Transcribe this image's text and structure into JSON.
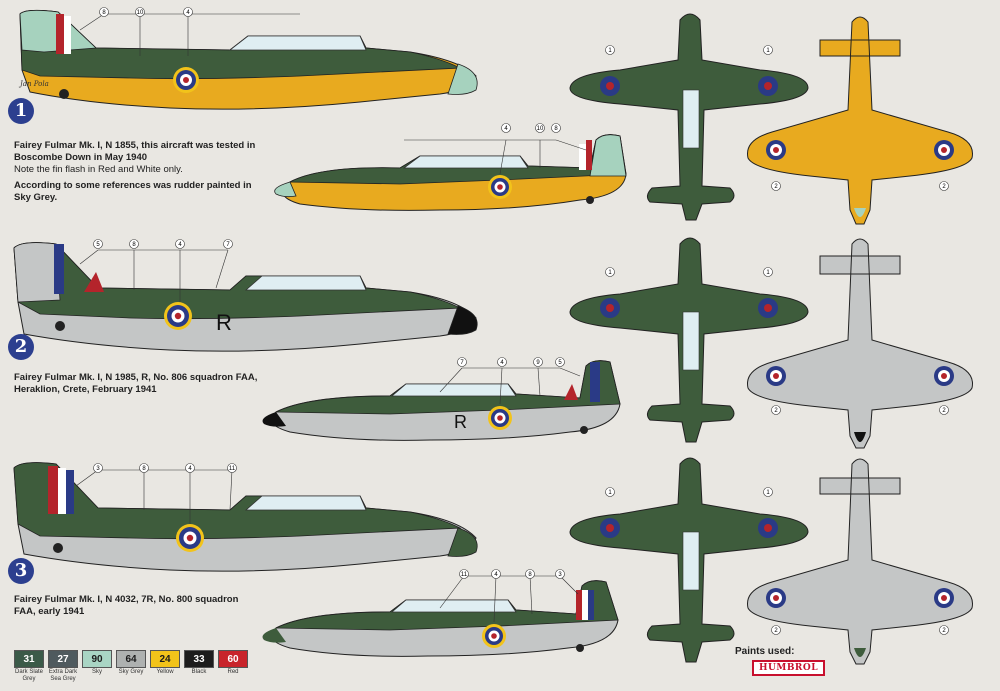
{
  "schemes": [
    {
      "number": "1",
      "title": "Fairey Fulmar Mk. I, N 1855, this aircraft was tested in Boscombe Down in May 1940",
      "note": "Note the fin flash in Red and White only.",
      "extra": "According to some references was rudder painted in Sky Grey.",
      "upper_callouts": [
        "8",
        "10",
        "4"
      ],
      "lower_callouts": [
        "4",
        "10",
        "8"
      ]
    },
    {
      "number": "2",
      "title": "Fairey Fulmar Mk. I, N 1985, R, No. 806 squadron FAA, Heraklion, Crete, February 1941",
      "upper_callouts": [
        "5",
        "8",
        "4",
        "7"
      ],
      "lower_callouts": [
        "7",
        "4",
        "9",
        "5"
      ],
      "code_letter": "R"
    },
    {
      "number": "3",
      "title": "Fairey Fulmar Mk. I, N 4032, 7R, No. 800 squadron FAA, early 1941",
      "upper_callouts": [
        "3",
        "8",
        "4",
        "11"
      ],
      "lower_callouts": [
        "11",
        "4",
        "8",
        "3"
      ]
    }
  ],
  "plan_callouts": {
    "top": "1",
    "bottom": "2"
  },
  "artist_signature": "Jan Pola",
  "paints_label": "Paints used:",
  "brand": "HUMBROL",
  "paints": [
    {
      "code": "31",
      "name": "Dark Slate Grey",
      "color": "#3b5a48",
      "text": "#ffffff"
    },
    {
      "code": "27",
      "name": "Extra Dark Sea Grey",
      "color": "#4f5a5e",
      "text": "#ffffff"
    },
    {
      "code": "90",
      "name": "Sky",
      "color": "#a9d5c4",
      "text": "#1b1b1b"
    },
    {
      "code": "64",
      "name": "Sky Grey",
      "color": "#aeb1b0",
      "text": "#1b1b1b"
    },
    {
      "code": "24",
      "name": "Yellow",
      "color": "#f2c31a",
      "text": "#1b1b1b"
    },
    {
      "code": "33",
      "name": "Black",
      "color": "#1d1d1d",
      "text": "#ffffff"
    },
    {
      "code": "60",
      "name": "Red",
      "color": "#c8242b",
      "text": "#ffffff"
    }
  ],
  "colors": {
    "dark_green": "#3e5c3c",
    "dark_grey": "#525d55",
    "trainer_yellow": "#e8aa1f",
    "sky_grey": "#c4c6c6",
    "sky": "#a6d2be",
    "roundel_blue": "#2a3a86",
    "roundel_red": "#b4242b",
    "badge_blue": "#2c3f8f"
  }
}
